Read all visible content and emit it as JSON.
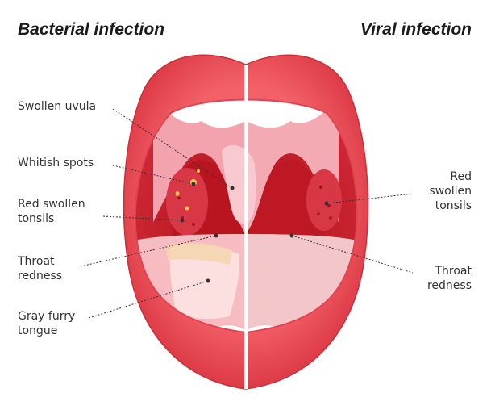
{
  "headings": {
    "left": "Bacterial infection",
    "right": "Viral infection"
  },
  "labels": {
    "bacterial": [
      {
        "lines": [
          "Swollen uvula"
        ]
      },
      {
        "lines": [
          "Whitish spots"
        ]
      },
      {
        "lines": [
          "Red swollen",
          "tonsils"
        ]
      },
      {
        "lines": [
          "Throat",
          "redness"
        ]
      },
      {
        "lines": [
          "Gray furry",
          "tongue"
        ]
      }
    ],
    "viral": [
      {
        "lines": [
          "Red",
          "swollen",
          "tonsils"
        ]
      },
      {
        "lines": [
          "Throat",
          "redness"
        ]
      }
    ]
  },
  "colors": {
    "lips": "#ef4f57",
    "lips_shadow": "#d2303c",
    "throat": "#c3121e",
    "palate": "#f3a9b2",
    "tonsil": "#d83745",
    "uvula": "#f8c9cf",
    "tongue_left": "#f6bcc2",
    "tongue_right": "#f3c6c9",
    "coating": "#fbe0df",
    "spots": "#f2c64a",
    "divider": "#ffffff"
  }
}
